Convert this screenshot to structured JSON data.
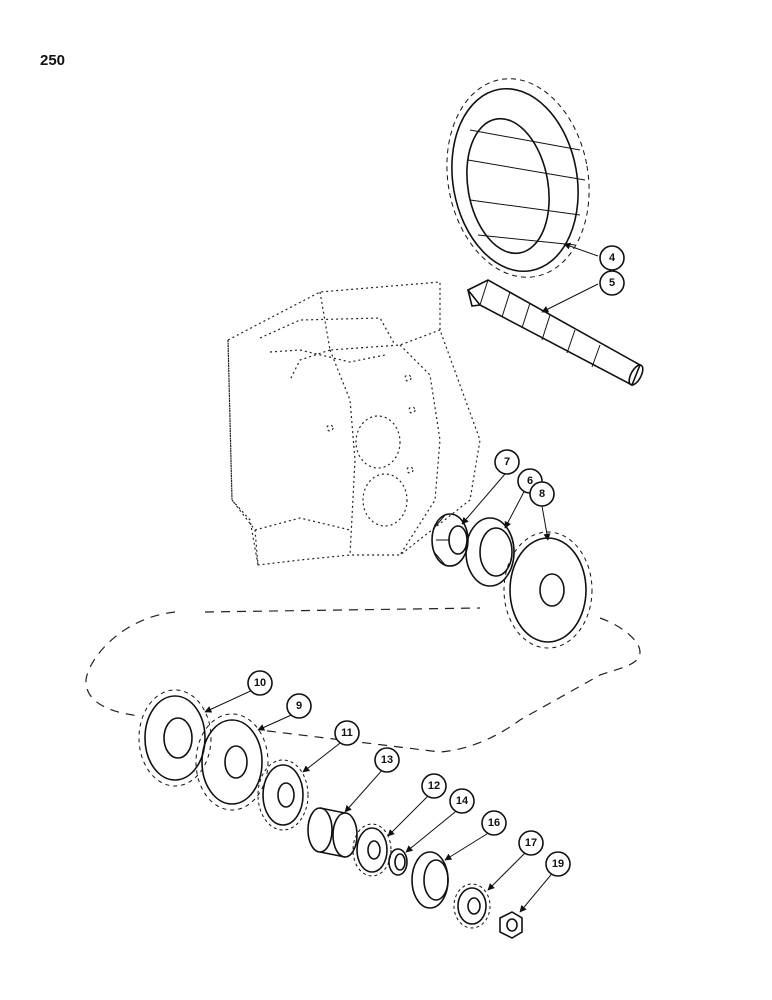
{
  "page": {
    "number": "250"
  },
  "callouts": [
    {
      "id": "c4",
      "label": "4"
    },
    {
      "id": "c5",
      "label": "5"
    },
    {
      "id": "c7",
      "label": "7"
    },
    {
      "id": "c6",
      "label": "6"
    },
    {
      "id": "c8",
      "label": "8"
    },
    {
      "id": "c10",
      "label": "10"
    },
    {
      "id": "c9",
      "label": "9"
    },
    {
      "id": "c11",
      "label": "11"
    },
    {
      "id": "c13",
      "label": "13"
    },
    {
      "id": "c12",
      "label": "12"
    },
    {
      "id": "c14",
      "label": "14"
    },
    {
      "id": "c16",
      "label": "16"
    },
    {
      "id": "c17",
      "label": "17"
    },
    {
      "id": "c19",
      "label": "19"
    }
  ]
}
